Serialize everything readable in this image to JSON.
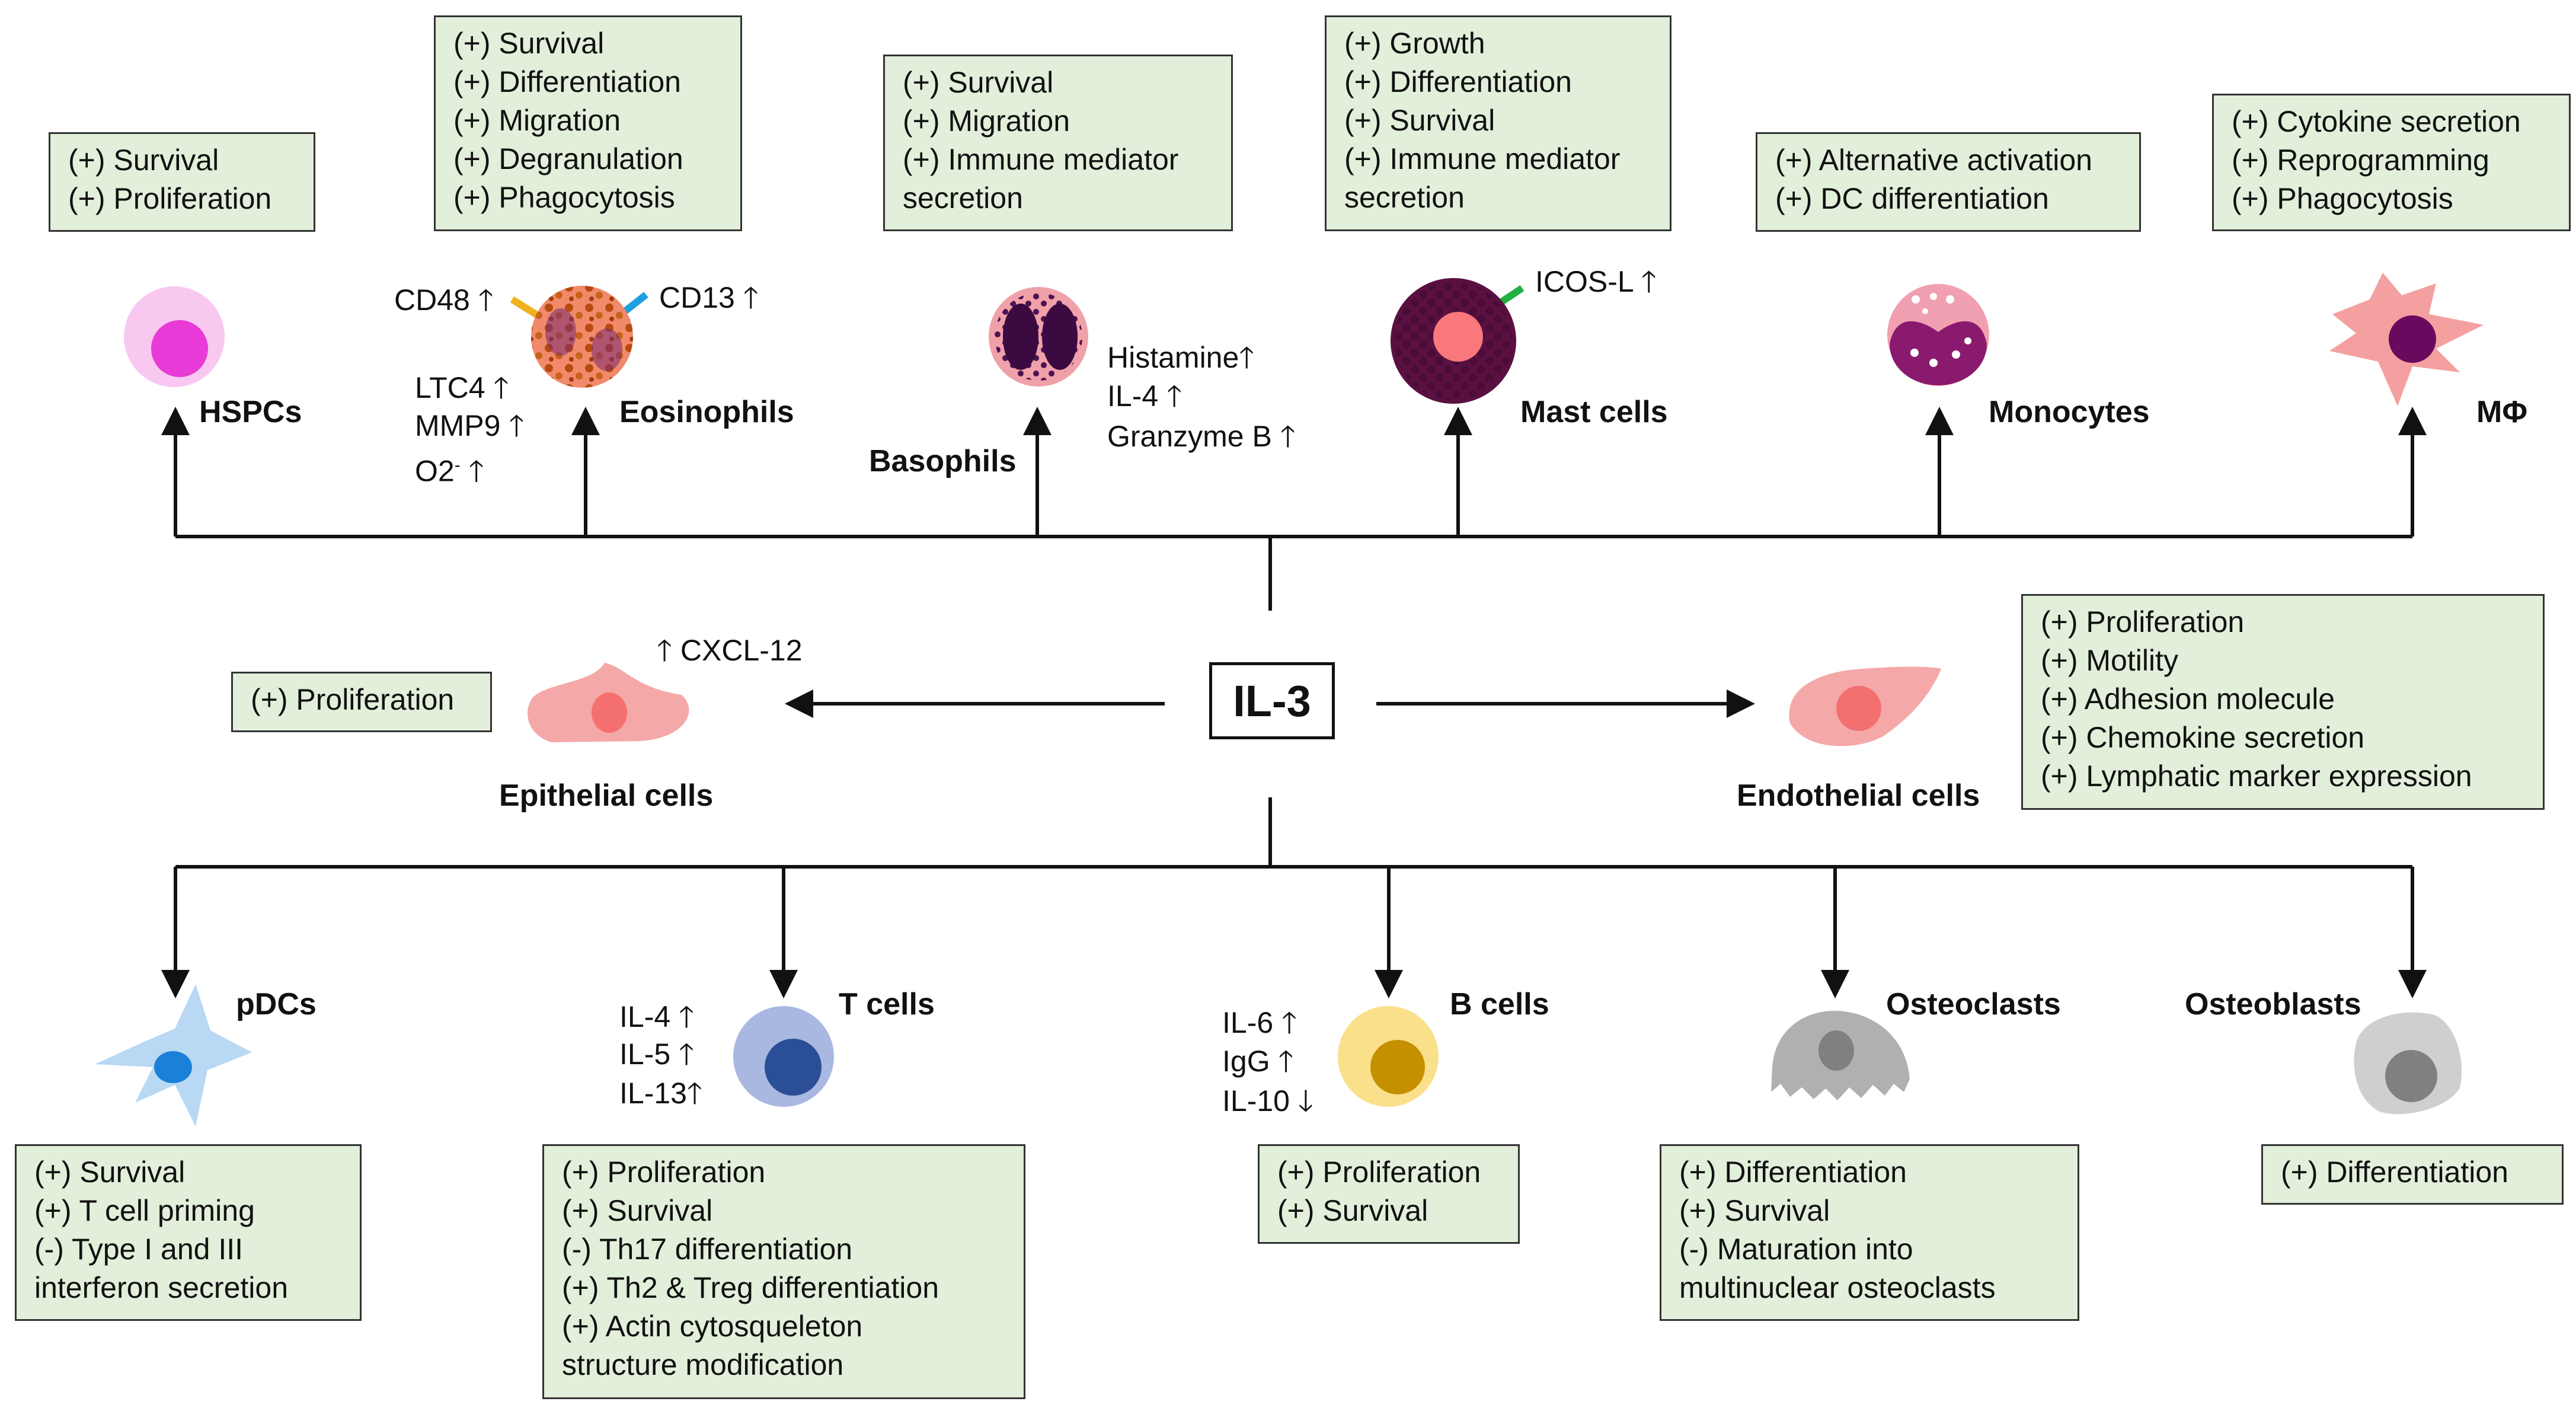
{
  "center": {
    "label": "IL-3"
  },
  "cells": {
    "hspcs": {
      "name": "HSPCs",
      "effects": [
        "(+) Survival",
        "(+) Proliferation"
      ]
    },
    "eosinophils": {
      "name": "Eosinophils",
      "effects": [
        "(+) Survival",
        "(+) Differentiation",
        "(+) Migration",
        "(+) Degranulation",
        "(+) Phagocytosis"
      ],
      "markers": {
        "cd48": "CD48",
        "cd13": "CD13",
        "ltc4": "LTC4",
        "mmp9": "MMP9",
        "o2": "O2"
      }
    },
    "basophils": {
      "name": "Basophils",
      "effects": [
        "(+) Survival",
        "(+) Migration",
        "(+) Immune mediator",
        "secretion"
      ],
      "markers": {
        "histamine": "Histamine",
        "il4": "IL-4",
        "granzyme": "Granzyme B"
      }
    },
    "mast": {
      "name": "Mast cells",
      "effects": [
        "(+) Growth",
        "(+) Differentiation",
        "(+) Survival",
        "(+) Immune mediator",
        "secretion"
      ],
      "markers": {
        "icosl": "ICOS-L"
      }
    },
    "monocytes": {
      "name": "Monocytes",
      "effects": [
        "(+) Alternative activation",
        "(+) DC differentiation"
      ]
    },
    "macrophages": {
      "name": "MΦ",
      "effects": [
        "(+) Cytokine secretion",
        "(+) Reprogramming",
        "(+) Phagocytosis"
      ]
    },
    "epithelial": {
      "name": "Epithelial cells",
      "effects": [
        "(+) Proliferation"
      ],
      "markers": {
        "cxcl12": "CXCL-12"
      }
    },
    "endothelial": {
      "name": "Endothelial cells",
      "effects": [
        "(+) Proliferation",
        "(+) Motility",
        "(+) Adhesion molecule",
        "(+) Chemokine secretion",
        "(+) Lymphatic marker expression"
      ]
    },
    "pdcs": {
      "name": "pDCs",
      "effects": [
        "(+) Survival",
        "(+) T cell priming",
        "(-) Type I and III",
        "interferon secretion"
      ]
    },
    "tcells": {
      "name": "T cells",
      "effects": [
        "(+) Proliferation",
        "(+) Survival",
        "(-) Th17 differentiation",
        "(+) Th2 & Treg differentiation",
        "(+) Actin cytosqueleton",
        "structure modification"
      ],
      "markers": {
        "il4": "IL-4",
        "il5": "IL-5",
        "il13": "IL-13"
      }
    },
    "bcells": {
      "name": "B cells",
      "effects": [
        "(+) Proliferation",
        "(+) Survival"
      ],
      "markers": {
        "il6": "IL-6",
        "igg": "IgG",
        "il10": "IL-10"
      }
    },
    "osteoclasts": {
      "name": "Osteoclasts",
      "effects": [
        "(+) Differentiation",
        "(+) Survival",
        "(-) Maturation into",
        "multinuclear osteoclasts"
      ]
    },
    "osteoblasts": {
      "name": "Osteoblasts",
      "effects": [
        "(+) Differentiation"
      ]
    }
  },
  "colors": {
    "box_fill": "#e2efda",
    "hspc": "#e83ad6",
    "eosinophil": "#e8925c",
    "basophil": "#5a1a5e",
    "mast": "#5a1040",
    "monocyte": "#8a1a6e",
    "macrophage": "#f4a0a0",
    "pdc": "#1a80d8",
    "tcell": "#2b4f96",
    "bcell": "#c49000",
    "osteo": "#808080"
  }
}
